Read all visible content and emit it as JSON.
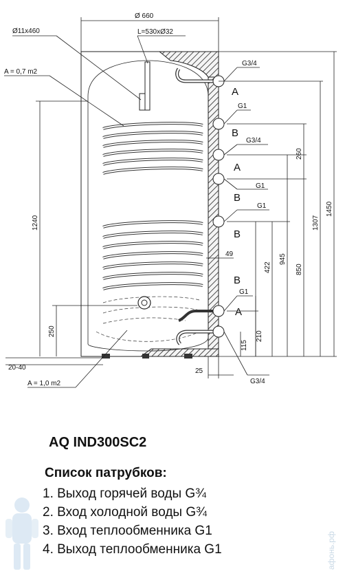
{
  "diagram": {
    "dimensions": {
      "diameter": "Ø 660",
      "pocket": "Ø11x460",
      "anode": "L=530xØ32",
      "area_upper": "A = 0,7 m2",
      "area_lower": "A = 1,0 m2",
      "h_1240": "1240",
      "h_250": "250",
      "h_20_40": "20-40",
      "h_260": "260",
      "h_1450": "1450",
      "h_1307": "1307",
      "h_945": "945",
      "h_850": "850",
      "h_422": "422",
      "h_210": "210",
      "h_115": "115",
      "w_49": "49",
      "w_25": "25"
    },
    "threads": {
      "g34_top": "G3/4",
      "g1_a": "G1",
      "g34_mid": "G3/4",
      "g1_b": "G1",
      "g1_c": "G1",
      "g1_d": "G1",
      "g34_bottom": "G3/4"
    },
    "letters": {
      "a1": "A",
      "b1": "B",
      "a2": "A",
      "b2": "B",
      "b3": "B",
      "b4": "B",
      "a3": "A"
    }
  },
  "model": "AQ IND300SC2",
  "list_title": "Список патрубков:",
  "fittings": [
    "1. Выход горячей воды G¾",
    "2. Вход холодной воды G¾",
    "3. Вход теплообменника G1",
    "4. Выход теплообменника G1"
  ],
  "watermark": "aфонь.рф",
  "colors": {
    "line": "#222222",
    "coil": "#333333",
    "hatch": "#222222"
  }
}
